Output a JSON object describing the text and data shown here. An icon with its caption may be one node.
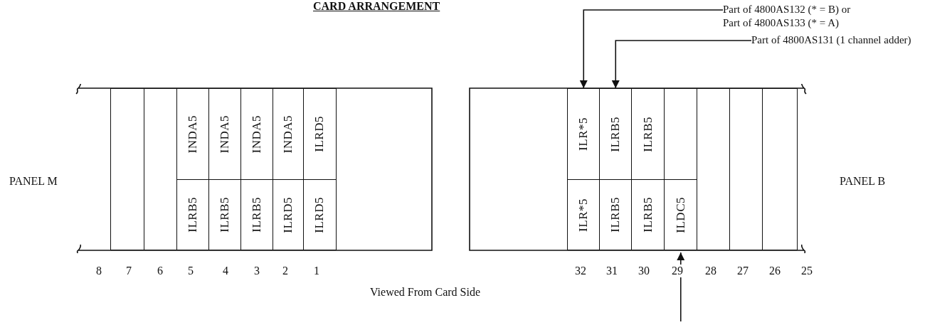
{
  "diagram": {
    "title": "CARD ARRANGEMENT",
    "nodes": [
      {
        "text": [
          "Part of 4800AS132 (* = B) or Part of 4800AS133 (* = A)"
        ]
      },
      {
        "text": [
          "Part of 4800AS131 (1 channel adder)"
        ]
      },
      {
        "text": [
          "PANEL M"
        ]
      },
      {
        "text": [],
        "shape": "box",
        "in": 2
      },
      {
        "text": [],
        "shape": "box",
        "in": 2
      },
      {
        "text": [
          "INDA5"
        ],
        "in": 2
      },
      {
        "text": [
          "INDA5"
        ],
        "in": 2
      },
      {
        "text": [
          "INDA5"
        ],
        "in": 2
      },
      {
        "text": [
          "INDA5"
        ],
        "in": 2
      },
      {
        "text": [
          "ILRD5"
        ],
        "in": 2
      },
      {
        "text": [
          "ILRB5"
        ],
        "in": 2
      },
      {
        "text": [
          "ILRB5"
        ],
        "in": 2
      },
      {
        "text": [
          "ILRB5"
        ],
        "in": 2
      },
      {
        "text": [
          "ILRD5"
        ],
        "in": 2
      },
      {
        "text": [
          "ILRD5"
        ],
        "in": 2
      },
      {
        "text": [
          "PANEL B"
        ]
      },
      {
        "text": [
          "ILR*5"
        ],
        "in": 15
      },
      {
        "text": [
          "ILRB5"
        ],
        "in": 15
      },
      {
        "text": [
          "ILRB5"
        ],
        "in": 15
      },
      {
        "text": [],
        "shape": "box",
        "in": 15
      },
      {
        "text": [
          "ILR*5"
        ],
        "in": 15
      },
      {
        "text": [
          "ILRB5"
        ],
        "in": 15
      },
      {
        "text": [
          "ILRB5"
        ],
        "in": 15
      },
      {
        "text": [
          "ILDC5"
        ],
        "in": 15
      },
      {
        "text": [],
        "shape": "box",
        "in": 15
      },
      {
        "text": [],
        "shape": "box",
        "in": 15
      },
      {
        "text": [],
        "shape": "box",
        "in": 15
      }
    ],
    "edges": [
      {
        "from": 0,
        "to": 16,
        "arrow": "to"
      },
      {
        "from": 1,
        "to": 17,
        "arrow": "to"
      },
      {
        "from": null,
        "to": 23,
        "arrow": "to"
      }
    ],
    "labels": [
      "8",
      "7",
      "6",
      "5",
      "4",
      "3",
      "2",
      "1",
      "32",
      "31",
      "30",
      "29",
      "28",
      "27",
      "26",
      "25",
      "Viewed From Card Side"
    ]
  }
}
